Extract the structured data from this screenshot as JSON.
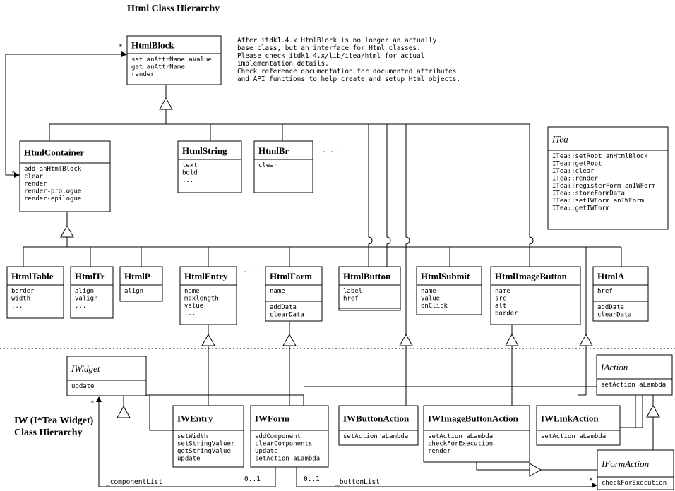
{
  "diagram": {
    "title": "Html Class Hierarchy",
    "iw_title_line1": "IW (I*Tea Widget)",
    "iw_title_line2": "Class Hierarchy",
    "note_lines": [
      "After itdk1.4.x HtmlBlock is no longer an actually",
      "base class, but an interface for Html classes.",
      "Please check itdk1.4.x/lib/itea/html for actual",
      "implementation details.",
      "Check reference documentation for documented attributes",
      "and API functions to help create and setup Html objects."
    ],
    "ellipsis_top": ". . .",
    "ellipsis_mid": ". . .",
    "labels": {
      "star_top": "*",
      "star_left": "*",
      "star_iwidget": "*",
      "star_iformaction": "*",
      "component_list": "_componentList",
      "button_list": "_buttonList",
      "mult_component": "0..1",
      "mult_button": "0..1"
    },
    "classes": {
      "HtmlBlock": {
        "name": "HtmlBlock",
        "members": [
          "set anAttrName aValue",
          "get anAttrName",
          "render"
        ]
      },
      "HtmlContainer": {
        "name": "HtmlContainer",
        "members": [
          "add anHtmlBlock",
          "clear",
          "render",
          "render-prologue",
          "render-epilogue"
        ]
      },
      "HtmlString": {
        "name": "HtmlString",
        "members": [
          "text",
          "bold",
          "..."
        ]
      },
      "HtmlBr": {
        "name": "HtmlBr",
        "members": [
          "clear"
        ]
      },
      "ITea": {
        "name": "ITea",
        "members": [
          "ITea::setRoot anHtmlBlock",
          "ITea::getRoot",
          "ITea::clear",
          "ITea::render",
          "ITea::registerForm anIWForm",
          "ITea::storeFormData",
          "ITea::setIWForm anIWForm",
          "ITea::getIWForm"
        ]
      },
      "HtmlTable": {
        "name": "HtmlTable",
        "members": [
          "border",
          "width",
          "..."
        ]
      },
      "HtmlTr": {
        "name": "HtmlTr",
        "members": [
          "align",
          "valign",
          "..."
        ]
      },
      "HtmlP": {
        "name": "HtmlP",
        "members": [
          "align"
        ]
      },
      "HtmlEntry": {
        "name": "HtmlEntry",
        "members": [
          "name",
          "maxlength",
          "value",
          "..."
        ]
      },
      "HtmlForm": {
        "name": "HtmlForm",
        "members": [
          "name"
        ],
        "members2": [
          "addData",
          "clearData"
        ]
      },
      "HtmlButton": {
        "name": "HtmlButton",
        "members": [
          "label",
          "href"
        ]
      },
      "HtmlSubmit": {
        "name": "HtmlSubmit",
        "members": [
          "name",
          "value",
          "onClick"
        ]
      },
      "HtmlImageButton": {
        "name": "HtmlImageButton",
        "members": [
          "name",
          "src",
          "alt",
          "border"
        ]
      },
      "HtmlA": {
        "name": "HtmlA",
        "members": [
          "href"
        ],
        "members2": [
          "addData",
          "clearData"
        ]
      },
      "IWidget": {
        "name": "IWidget",
        "members": [
          "update"
        ]
      },
      "IAction": {
        "name": "IAction",
        "members": [
          "setAction aLambda"
        ]
      },
      "IWEntry": {
        "name": "IWEntry",
        "members": [
          "setWidth",
          "setStringValuer",
          "getStringValue",
          "update"
        ]
      },
      "IWForm": {
        "name": "IWForm",
        "members": [
          "addComponent",
          "clearComponents",
          "update",
          "setAction aLambda"
        ]
      },
      "IWButtonAction": {
        "name": "IWButtonAction",
        "members": [
          "setAction aLambda"
        ]
      },
      "IWImageButtonAction": {
        "name": "IWImageButtonAction",
        "members": [
          "setAction aLambda",
          "checkForExecution",
          "render"
        ]
      },
      "IWLinkAction": {
        "name": "IWLinkAction",
        "members": [
          "setAction aLambda"
        ]
      },
      "IFormAction": {
        "name": "IFormAction",
        "members": [
          "checkForExecution"
        ]
      }
    }
  }
}
